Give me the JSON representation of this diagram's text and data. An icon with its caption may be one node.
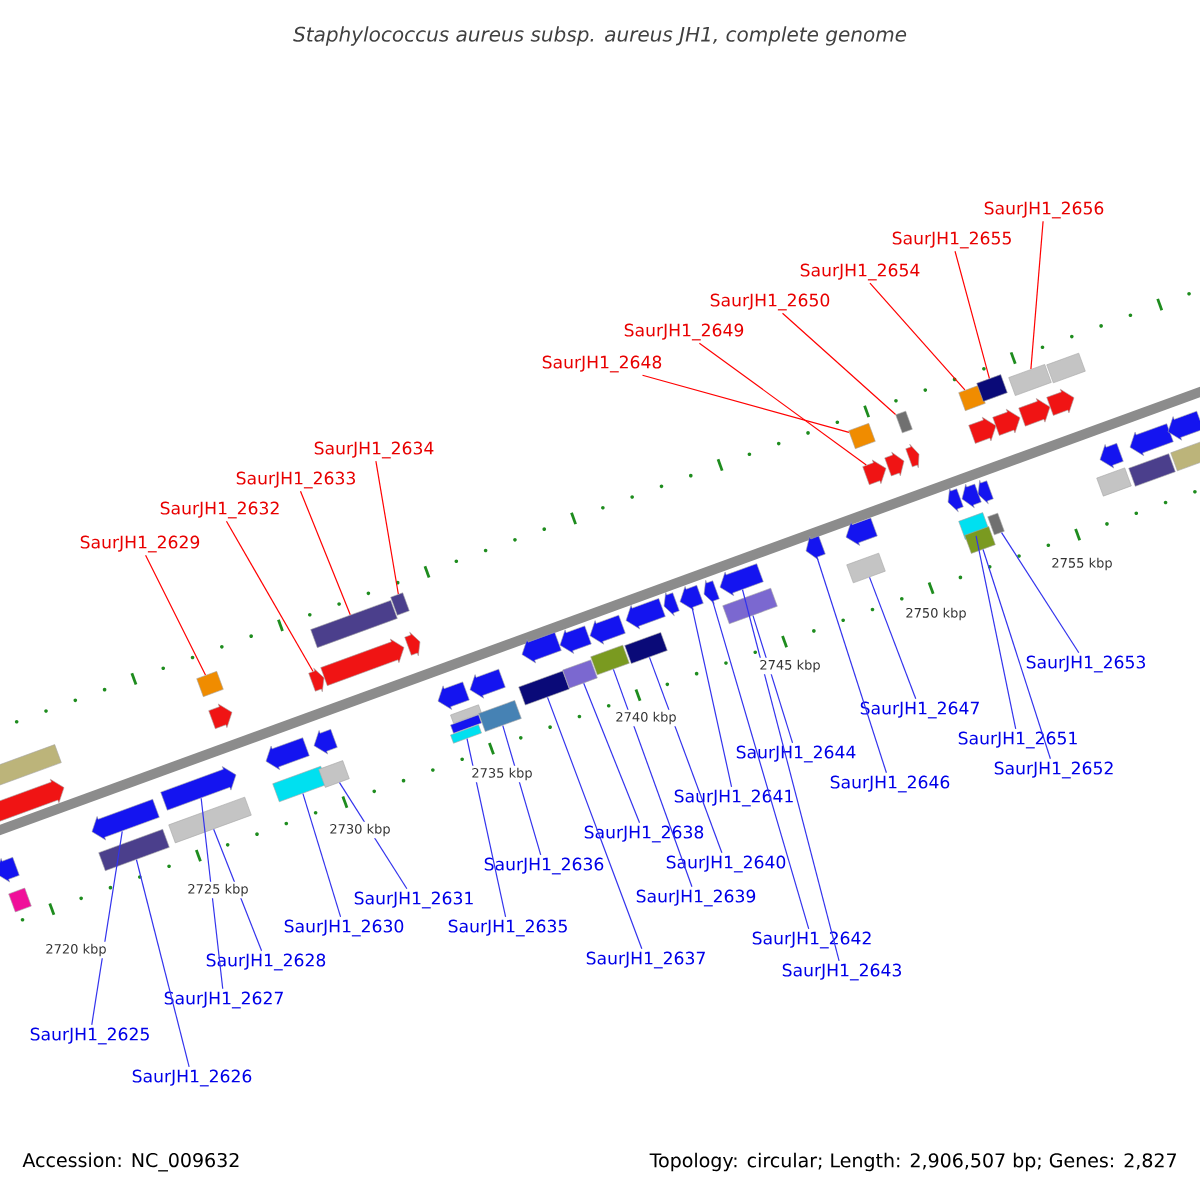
{
  "diagram": {
    "title": "Staphylococcus aureus subsp. aureus JH1, complete genome",
    "nodes": [
      {
        "text": [
          "SaurJH1_2625"
        ]
      },
      {
        "text": [
          "SaurJH1_2626"
        ]
      },
      {
        "text": [
          "SaurJH1_2627"
        ]
      },
      {
        "text": [
          "SaurJH1_2628"
        ]
      },
      {
        "text": [
          "SaurJH1_2629"
        ]
      },
      {
        "text": [
          "SaurJH1_2630"
        ]
      },
      {
        "text": [
          "SaurJH1_2631"
        ]
      },
      {
        "text": [
          "SaurJH1_2632"
        ]
      },
      {
        "text": [
          "SaurJH1_2633"
        ]
      },
      {
        "text": [
          "SaurJH1_2634"
        ]
      },
      {
        "text": [
          "SaurJH1_2635"
        ]
      },
      {
        "text": [
          "SaurJH1_2636"
        ]
      },
      {
        "text": [
          "SaurJH1_2637"
        ]
      },
      {
        "text": [
          "SaurJH1_2638"
        ]
      },
      {
        "text": [
          "SaurJH1_2639"
        ]
      },
      {
        "text": [
          "SaurJH1_2640"
        ]
      },
      {
        "text": [
          "SaurJH1_2641"
        ]
      },
      {
        "text": [
          "SaurJH1_2642"
        ]
      },
      {
        "text": [
          "SaurJH1_2643"
        ]
      },
      {
        "text": [
          "SaurJH1_2644"
        ]
      },
      {
        "text": [
          "SaurJH1_2646"
        ]
      },
      {
        "text": [
          "SaurJH1_2647"
        ]
      },
      {
        "text": [
          "SaurJH1_2648"
        ]
      },
      {
        "text": [
          "SaurJH1_2649"
        ]
      },
      {
        "text": [
          "SaurJH1_2650"
        ]
      },
      {
        "text": [
          "SaurJH1_2651"
        ]
      },
      {
        "text": [
          "SaurJH1_2652"
        ]
      },
      {
        "text": [
          "SaurJH1_2653"
        ]
      },
      {
        "text": [
          "SaurJH1_2654"
        ]
      },
      {
        "text": [
          "SaurJH1_2655"
        ]
      },
      {
        "text": [
          "SaurJH1_2656"
        ]
      },
      {
        "text": [],
        "shape": "arrow"
      },
      {
        "text": [],
        "shape": "box"
      },
      {
        "text": [],
        "shape": "box"
      },
      {
        "text": [],
        "shape": "arrow"
      },
      {
        "text": [],
        "shape": "arrow"
      },
      {
        "text": [],
        "shape": "box"
      },
      {
        "text": [],
        "shape": "arrow"
      },
      {
        "text": [],
        "shape": "box"
      },
      {
        "text": [],
        "shape": "box"
      },
      {
        "text": [],
        "shape": "arrow"
      },
      {
        "text": [],
        "shape": "arrow"
      },
      {
        "text": [],
        "shape": "box"
      },
      {
        "text": [],
        "shape": "arrow"
      },
      {
        "text": [],
        "shape": "arrow"
      },
      {
        "text": [],
        "shape": "box"
      },
      {
        "text": [],
        "shape": "box"
      },
      {
        "text": [],
        "shape": "arrow"
      },
      {
        "text": [],
        "shape": "box"
      },
      {
        "text": [],
        "shape": "arrow"
      },
      {
        "text": [],
        "shape": "arrow"
      },
      {
        "text": [],
        "shape": "box"
      },
      {
        "text": [],
        "shape": "box"
      },
      {
        "text": [],
        "shape": "box"
      },
      {
        "text": [],
        "shape": "arrow"
      },
      {
        "text": [],
        "shape": "box"
      },
      {
        "text": [],
        "shape": "arrow"
      },
      {
        "text": [],
        "shape": "box"
      },
      {
        "text": [],
        "shape": "arrow"
      },
      {
        "text": [],
        "shape": "box"
      },
      {
        "text": [],
        "shape": "arrow"
      },
      {
        "text": [],
        "shape": "box"
      },
      {
        "text": [],
        "shape": "arrow"
      },
      {
        "text": [],
        "shape": "box"
      },
      {
        "text": [],
        "shape": "arrow"
      },
      {
        "text": [],
        "shape": "arrow"
      },
      {
        "text": [],
        "shape": "arrow"
      },
      {
        "text": [],
        "shape": "arrow"
      },
      {
        "text": [],
        "shape": "box"
      },
      {
        "text": [],
        "shape": "arrow"
      },
      {
        "text": [],
        "shape": "arrow"
      },
      {
        "text": [],
        "shape": "box"
      },
      {
        "text": [],
        "shape": "box"
      },
      {
        "text": [],
        "shape": "arrow"
      },
      {
        "text": [],
        "shape": "arrow"
      },
      {
        "text": [],
        "shape": "box"
      },
      {
        "text": [],
        "shape": "arrow"
      },
      {
        "text": [],
        "shape": "arrow"
      },
      {
        "text": [],
        "shape": "arrow"
      },
      {
        "text": [],
        "shape": "box"
      },
      {
        "text": [],
        "shape": "box"
      },
      {
        "text": [],
        "shape": "box"
      },
      {
        "text": [],
        "shape": "arrow"
      },
      {
        "text": [],
        "shape": "arrow"
      },
      {
        "text": [],
        "shape": "box"
      },
      {
        "text": [],
        "shape": "box"
      },
      {
        "text": [],
        "shape": "arrow"
      },
      {
        "text": [],
        "shape": "box"
      },
      {
        "text": [],
        "shape": "arrow"
      },
      {
        "text": [],
        "shape": "arrow"
      },
      {
        "text": [],
        "shape": "box"
      },
      {
        "text": [],
        "shape": "arrow"
      },
      {
        "text": [],
        "shape": "box"
      },
      {
        "text": [],
        "shape": "arrow"
      },
      {
        "text": [],
        "shape": "box"
      },
      {
        "text": [],
        "shape": "arrow"
      },
      {
        "text": [],
        "shape": "box"
      }
    ],
    "edges": [
      {
        "from": 0,
        "to": 35,
        "arrow": "none"
      },
      {
        "from": 1,
        "to": 36,
        "arrow": "none"
      },
      {
        "from": 2,
        "to": 37,
        "arrow": "none"
      },
      {
        "from": 3,
        "to": 39,
        "arrow": "none"
      },
      {
        "from": 4,
        "to": 38,
        "arrow": "none",
        "color": "#ff0000"
      },
      {
        "from": 5,
        "to": 42,
        "arrow": "none"
      },
      {
        "from": 6,
        "to": 45,
        "arrow": "none"
      },
      {
        "from": 7,
        "to": 43,
        "arrow": "none",
        "color": "#ff0000"
      },
      {
        "from": 8,
        "to": 46,
        "arrow": "none",
        "color": "#ff0000"
      },
      {
        "from": 9,
        "to": 48,
        "arrow": "none",
        "color": "#ff0000"
      },
      {
        "from": 10,
        "to": 53,
        "arrow": "none"
      },
      {
        "from": 11,
        "to": 55,
        "arrow": "none"
      },
      {
        "from": 12,
        "to": 57,
        "arrow": "none"
      },
      {
        "from": 13,
        "to": 59,
        "arrow": "none"
      },
      {
        "from": 14,
        "to": 61,
        "arrow": "none"
      },
      {
        "from": 15,
        "to": 63,
        "arrow": "none"
      },
      {
        "from": 16,
        "to": 65,
        "arrow": "none"
      },
      {
        "from": 17,
        "to": 66,
        "arrow": "none"
      },
      {
        "from": 18,
        "to": 67,
        "arrow": "none"
      },
      {
        "from": 19,
        "to": 68,
        "arrow": "none"
      },
      {
        "from": 20,
        "to": 69,
        "arrow": "none"
      },
      {
        "from": 21,
        "to": 72,
        "arrow": "none"
      },
      {
        "from": 22,
        "to": 71,
        "arrow": "none",
        "color": "#ff0000"
      },
      {
        "from": 23,
        "to": 73,
        "arrow": "none",
        "color": "#ff0000"
      },
      {
        "from": 24,
        "to": 75,
        "arrow": "none",
        "color": "#ff0000"
      },
      {
        "from": 25,
        "to": 80,
        "arrow": "none"
      },
      {
        "from": 26,
        "to": 81,
        "arrow": "none"
      },
      {
        "from": 27,
        "to": 85,
        "arrow": "none"
      },
      {
        "from": 28,
        "to": 79,
        "arrow": "none",
        "color": "#ff0000"
      },
      {
        "from": 29,
        "to": 84,
        "arrow": "none",
        "color": "#ff0000"
      },
      {
        "from": 30,
        "to": 87,
        "arrow": "none",
        "color": "#ff0000"
      }
    ],
    "labels": [
      "2720 kbp",
      "2725 kbp",
      "2730 kbp",
      "2735 kbp",
      "2740 kbp",
      "2745 kbp",
      "2750 kbp",
      "2755 kbp",
      "Accession: NC_009632",
      "Topology: circular; Length: 2,906,507 bp; Genes: 2,827"
    ]
  }
}
